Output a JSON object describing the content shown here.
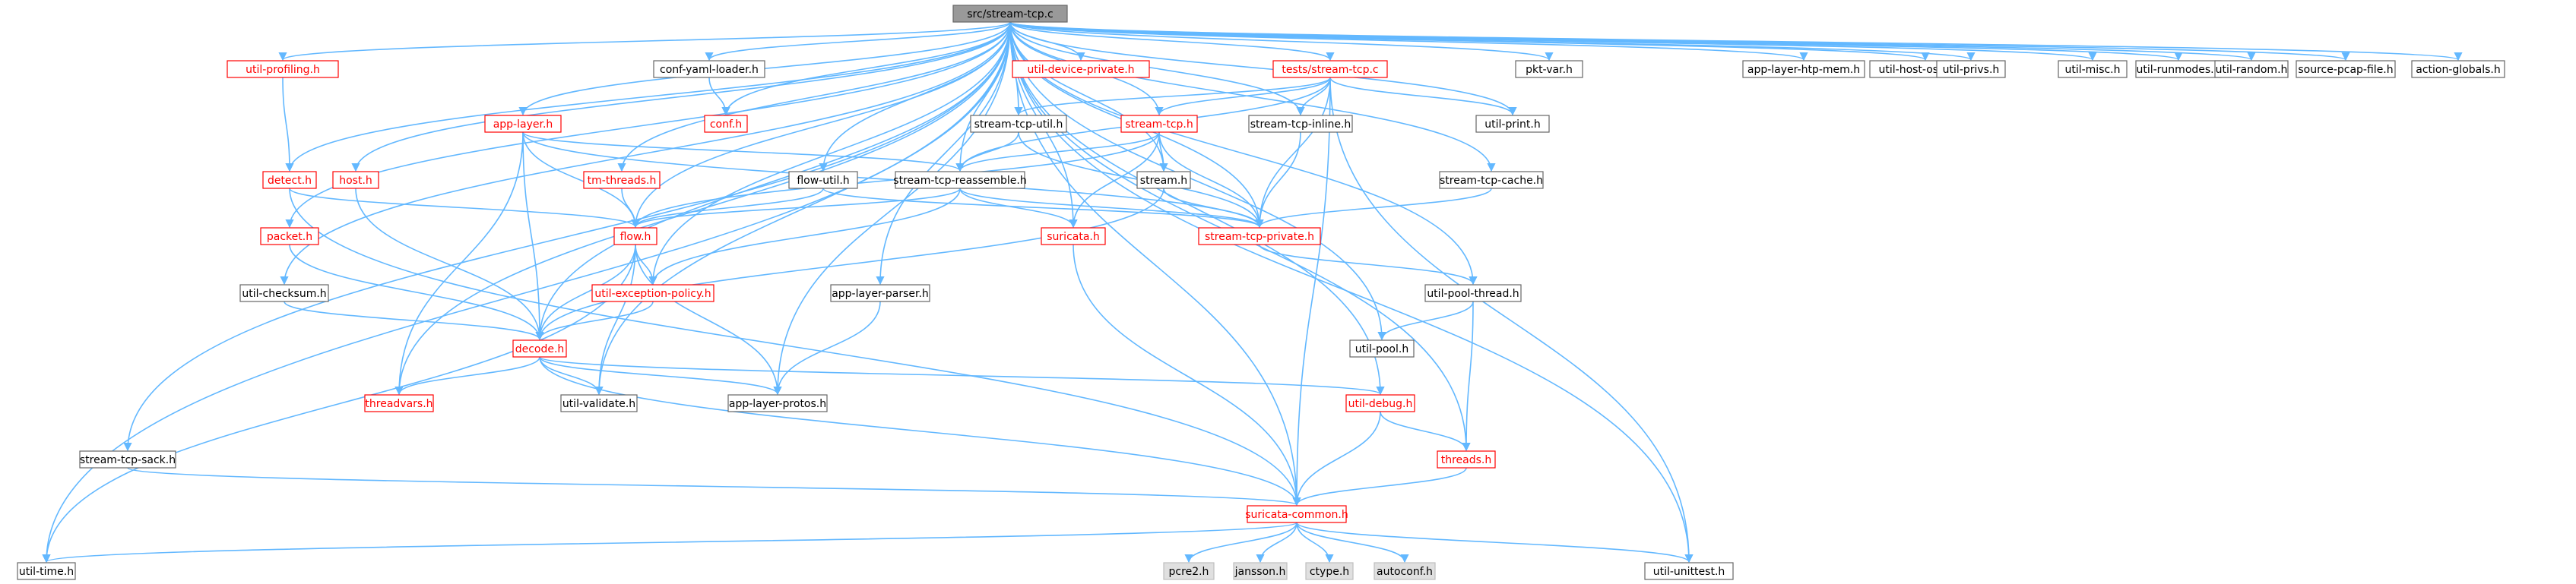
{
  "title": "src/stream-tcp.c",
  "colors": {
    "edge": "#63b8ff",
    "root_fill": "#999999",
    "root_stroke": "#666666",
    "node_fill": "#ffffff",
    "node_stroke": "#666666",
    "redlink_stroke": "#ff0000",
    "redlink_text": "#ff0000",
    "external_fill": "#e0e0e0",
    "external_stroke": "#bfbfbf",
    "text": "#000000"
  },
  "nodes": [
    {
      "id": "root",
      "label": "src/stream-tcp.c",
      "kind": "root"
    },
    {
      "id": "util_profiling",
      "label": "util-profiling.h",
      "kind": "red"
    },
    {
      "id": "conf_yaml_loader",
      "label": "conf-yaml-loader.h",
      "kind": "plain"
    },
    {
      "id": "util_device_private",
      "label": "util-device-private.h",
      "kind": "red"
    },
    {
      "id": "tests_stream_tcp",
      "label": "tests/stream-tcp.c",
      "kind": "red"
    },
    {
      "id": "pkt_var",
      "label": "pkt-var.h",
      "kind": "plain"
    },
    {
      "id": "app_layer_htp_mem",
      "label": "app-layer-htp-mem.h",
      "kind": "plain"
    },
    {
      "id": "util_host_os_info",
      "label": "util-host-os-info.h",
      "kind": "plain"
    },
    {
      "id": "util_privs",
      "label": "util-privs.h",
      "kind": "plain"
    },
    {
      "id": "util_misc",
      "label": "util-misc.h",
      "kind": "plain"
    },
    {
      "id": "util_runmodes",
      "label": "util-runmodes.h",
      "kind": "plain"
    },
    {
      "id": "util_random",
      "label": "util-random.h",
      "kind": "plain"
    },
    {
      "id": "source_pcap_file",
      "label": "source-pcap-file.h",
      "kind": "plain"
    },
    {
      "id": "action_globals",
      "label": "action-globals.h",
      "kind": "plain"
    },
    {
      "id": "conf",
      "label": "conf.h",
      "kind": "red"
    },
    {
      "id": "app_layer",
      "label": "app-layer.h",
      "kind": "red"
    },
    {
      "id": "stream_tcp_util",
      "label": "stream-tcp-util.h",
      "kind": "plain"
    },
    {
      "id": "stream_tcp",
      "label": "stream-tcp.h",
      "kind": "red"
    },
    {
      "id": "stream_tcp_inline",
      "label": "stream-tcp-inline.h",
      "kind": "plain"
    },
    {
      "id": "util_print",
      "label": "util-print.h",
      "kind": "plain"
    },
    {
      "id": "detect",
      "label": "detect.h",
      "kind": "red"
    },
    {
      "id": "host",
      "label": "host.h",
      "kind": "red"
    },
    {
      "id": "tm_threads",
      "label": "tm-threads.h",
      "kind": "red"
    },
    {
      "id": "flow_util",
      "label": "flow-util.h",
      "kind": "plain"
    },
    {
      "id": "stream_tcp_reassemble",
      "label": "stream-tcp-reassemble.h",
      "kind": "plain"
    },
    {
      "id": "stream",
      "label": "stream.h",
      "kind": "plain"
    },
    {
      "id": "stream_tcp_cache",
      "label": "stream-tcp-cache.h",
      "kind": "plain"
    },
    {
      "id": "packet",
      "label": "packet.h",
      "kind": "red"
    },
    {
      "id": "flow",
      "label": "flow.h",
      "kind": "red"
    },
    {
      "id": "suricata",
      "label": "suricata.h",
      "kind": "red"
    },
    {
      "id": "stream_tcp_private",
      "label": "stream-tcp-private.h",
      "kind": "red"
    },
    {
      "id": "util_checksum",
      "label": "util-checksum.h",
      "kind": "plain"
    },
    {
      "id": "util_exception_policy",
      "label": "util-exception-policy.h",
      "kind": "red"
    },
    {
      "id": "app_layer_parser",
      "label": "app-layer-parser.h",
      "kind": "plain"
    },
    {
      "id": "util_pool_thread",
      "label": "util-pool-thread.h",
      "kind": "plain"
    },
    {
      "id": "decode",
      "label": "decode.h",
      "kind": "red"
    },
    {
      "id": "util_pool",
      "label": "util-pool.h",
      "kind": "plain"
    },
    {
      "id": "threadvars",
      "label": "threadvars.h",
      "kind": "red"
    },
    {
      "id": "util_validate",
      "label": "util-validate.h",
      "kind": "plain"
    },
    {
      "id": "app_layer_protos",
      "label": "app-layer-protos.h",
      "kind": "plain"
    },
    {
      "id": "util_debug",
      "label": "util-debug.h",
      "kind": "red"
    },
    {
      "id": "threads",
      "label": "threads.h",
      "kind": "red"
    },
    {
      "id": "stream_tcp_sack",
      "label": "stream-tcp-sack.h",
      "kind": "plain"
    },
    {
      "id": "suricata_common",
      "label": "suricata-common.h",
      "kind": "red"
    },
    {
      "id": "util_time",
      "label": "util-time.h",
      "kind": "plain"
    },
    {
      "id": "pcre2",
      "label": "pcre2.h",
      "kind": "external"
    },
    {
      "id": "jansson",
      "label": "jansson.h",
      "kind": "external"
    },
    {
      "id": "ctype",
      "label": "ctype.h",
      "kind": "external"
    },
    {
      "id": "autoconf",
      "label": "autoconf.h",
      "kind": "external"
    },
    {
      "id": "util_unittest",
      "label": "util-unittest.h",
      "kind": "plain"
    }
  ],
  "edges": [
    [
      "root",
      "util_profiling"
    ],
    [
      "root",
      "conf_yaml_loader"
    ],
    [
      "root",
      "util_device_private"
    ],
    [
      "root",
      "tests_stream_tcp"
    ],
    [
      "root",
      "pkt_var"
    ],
    [
      "root",
      "app_layer_htp_mem"
    ],
    [
      "root",
      "util_host_os_info"
    ],
    [
      "root",
      "util_privs"
    ],
    [
      "root",
      "util_misc"
    ],
    [
      "root",
      "util_runmodes"
    ],
    [
      "root",
      "util_random"
    ],
    [
      "root",
      "source_pcap_file"
    ],
    [
      "root",
      "action_globals"
    ],
    [
      "root",
      "conf"
    ],
    [
      "root",
      "app_layer"
    ],
    [
      "root",
      "stream_tcp_util"
    ],
    [
      "root",
      "stream_tcp"
    ],
    [
      "root",
      "stream_tcp_inline"
    ],
    [
      "root",
      "util_print"
    ],
    [
      "root",
      "detect"
    ],
    [
      "root",
      "host"
    ],
    [
      "root",
      "tm_threads"
    ],
    [
      "root",
      "flow_util"
    ],
    [
      "root",
      "stream_tcp_reassemble"
    ],
    [
      "root",
      "stream"
    ],
    [
      "root",
      "stream_tcp_cache"
    ],
    [
      "root",
      "packet"
    ],
    [
      "root",
      "flow"
    ],
    [
      "root",
      "suricata"
    ],
    [
      "root",
      "stream_tcp_private"
    ],
    [
      "root",
      "util_checksum"
    ],
    [
      "root",
      "util_exception_policy"
    ],
    [
      "root",
      "app_layer_parser"
    ],
    [
      "root",
      "util_pool_thread"
    ],
    [
      "root",
      "decode"
    ],
    [
      "root",
      "util_pool"
    ],
    [
      "root",
      "threadvars"
    ],
    [
      "root",
      "util_validate"
    ],
    [
      "root",
      "app_layer_protos"
    ],
    [
      "root",
      "util_debug"
    ],
    [
      "root",
      "threads"
    ],
    [
      "root",
      "stream_tcp_sack"
    ],
    [
      "root",
      "suricata_common"
    ],
    [
      "root",
      "util_time"
    ],
    [
      "root",
      "util_unittest"
    ],
    [
      "util_profiling",
      "detect"
    ],
    [
      "conf_yaml_loader",
      "conf"
    ],
    [
      "tests_stream_tcp",
      "stream_tcp_util"
    ],
    [
      "tests_stream_tcp",
      "stream_tcp"
    ],
    [
      "tests_stream_tcp",
      "stream_tcp_inline"
    ],
    [
      "tests_stream_tcp",
      "util_print"
    ],
    [
      "tests_stream_tcp",
      "stream_tcp_reassemble"
    ],
    [
      "tests_stream_tcp",
      "stream_tcp_private"
    ],
    [
      "tests_stream_tcp",
      "suricata_common"
    ],
    [
      "tests_stream_tcp",
      "util_unittest"
    ],
    [
      "app_layer",
      "stream_tcp_reassemble"
    ],
    [
      "app_layer",
      "flow"
    ],
    [
      "app_layer",
      "decode"
    ],
    [
      "app_layer",
      "threadvars"
    ],
    [
      "app_layer",
      "stream_tcp_private"
    ],
    [
      "stream_tcp_util",
      "stream_tcp_reassemble"
    ],
    [
      "stream_tcp_util",
      "stream_tcp_private"
    ],
    [
      "stream_tcp",
      "stream_tcp_reassemble"
    ],
    [
      "stream_tcp",
      "stream"
    ],
    [
      "stream_tcp",
      "suricata"
    ],
    [
      "stream_tcp",
      "stream_tcp_private"
    ],
    [
      "stream_tcp",
      "flow"
    ],
    [
      "stream_tcp_inline",
      "stream_tcp_private"
    ],
    [
      "detect",
      "flow"
    ],
    [
      "detect",
      "suricata_common"
    ],
    [
      "host",
      "decode"
    ],
    [
      "tm_threads",
      "flow"
    ],
    [
      "flow_util",
      "flow"
    ],
    [
      "flow_util",
      "stream_tcp_private"
    ],
    [
      "stream_tcp_reassemble",
      "suricata"
    ],
    [
      "stream_tcp_reassemble",
      "stream_tcp_private"
    ],
    [
      "stream_tcp_reassemble",
      "flow"
    ],
    [
      "stream_tcp_reassemble",
      "util_exception_policy"
    ],
    [
      "stream",
      "stream_tcp_private"
    ],
    [
      "stream",
      "decode"
    ],
    [
      "stream_tcp_cache",
      "stream_tcp_private"
    ],
    [
      "packet",
      "decode"
    ],
    [
      "flow",
      "decode"
    ],
    [
      "flow",
      "util_exception_policy"
    ],
    [
      "flow",
      "app_layer_protos"
    ],
    [
      "flow",
      "util_validate"
    ],
    [
      "flow",
      "util_time"
    ],
    [
      "suricata",
      "suricata_common"
    ],
    [
      "stream_tcp_private",
      "util_pool_thread"
    ],
    [
      "util_checksum",
      "decode"
    ],
    [
      "util_exception_policy",
      "decode"
    ],
    [
      "app_layer_parser",
      "app_layer_protos"
    ],
    [
      "util_pool_thread",
      "util_pool"
    ],
    [
      "util_pool_thread",
      "threads"
    ],
    [
      "decode",
      "threadvars"
    ],
    [
      "decode",
      "util_validate"
    ],
    [
      "decode",
      "app_layer_protos"
    ],
    [
      "decode",
      "util_debug"
    ],
    [
      "decode",
      "suricata_common"
    ],
    [
      "util_debug",
      "threads"
    ],
    [
      "util_debug",
      "suricata_common"
    ],
    [
      "threads",
      "suricata_common"
    ],
    [
      "stream_tcp_sack",
      "suricata_common"
    ],
    [
      "suricata_common",
      "util_time"
    ],
    [
      "suricata_common",
      "pcre2"
    ],
    [
      "suricata_common",
      "jansson"
    ],
    [
      "suricata_common",
      "ctype"
    ],
    [
      "suricata_common",
      "autoconf"
    ],
    [
      "suricata_common",
      "util_unittest"
    ]
  ]
}
